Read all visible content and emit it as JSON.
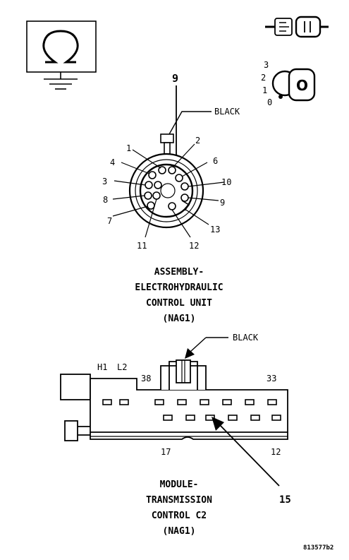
{
  "callouts": {
    "top_number": "9",
    "top_color": "BLACK",
    "bottom_number": "15",
    "bottom_color": "BLACK"
  },
  "key_switch": {
    "positions": [
      "3",
      "2",
      "1",
      "0"
    ]
  },
  "round_connector": {
    "pins": [
      "1",
      "2",
      "3",
      "4",
      "6",
      "7",
      "8",
      "9",
      "10",
      "11",
      "12",
      "13"
    ],
    "title_lines": [
      "ASSEMBLY-",
      "ELECTROHYDRAULIC",
      "CONTROL UNIT",
      "(NAG1)"
    ]
  },
  "rect_connector": {
    "labels": [
      "H1",
      "L2",
      "38",
      "33",
      "17",
      "12"
    ],
    "title_lines": [
      "MODULE-",
      "TRANSMISSION",
      "CONTROL C2",
      "(NAG1)"
    ]
  },
  "figure_id": "813577b2"
}
